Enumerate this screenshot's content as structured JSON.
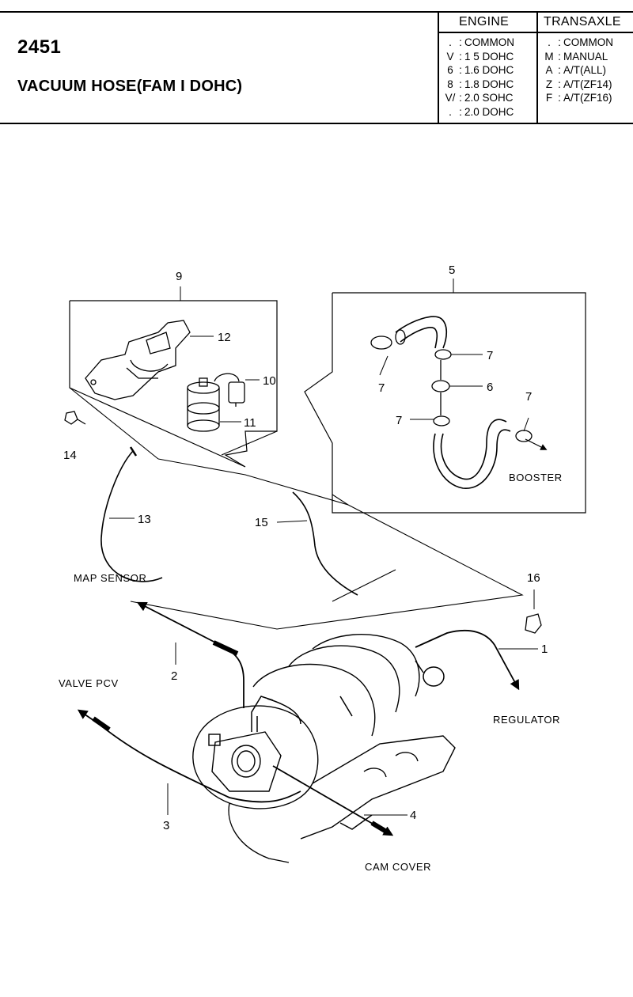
{
  "header": {
    "part_number": "2451",
    "title": "VACUUM HOSE(FAM I DOHC)",
    "engine": {
      "heading": "ENGINE",
      "rows": [
        {
          "code": ".",
          "desc": "COMMON"
        },
        {
          "code": "V",
          "desc": "1 5 DOHC"
        },
        {
          "code": "6",
          "desc": "1.6 DOHC"
        },
        {
          "code": "8",
          "desc": "1.8 DOHC"
        },
        {
          "code": "V/",
          "desc": "2.0 SOHC"
        },
        {
          "code": ".",
          "desc": "2.0 DOHC"
        }
      ]
    },
    "transaxle": {
      "heading": "TRANSAXLE",
      "rows": [
        {
          "code": ".",
          "desc": "COMMON"
        },
        {
          "code": "M",
          "desc": "MANUAL"
        },
        {
          "code": "A",
          "desc": "A/T(ALL)"
        },
        {
          "code": "Z",
          "desc": "A/T(ZF14)"
        },
        {
          "code": "F",
          "desc": "A/T(ZF16)"
        }
      ]
    }
  },
  "diagram": {
    "callouts": {
      "c1": "1",
      "c2": "2",
      "c3": "3",
      "c4": "4",
      "c5": "5",
      "c6": "6",
      "c7a": "7",
      "c7b": "7",
      "c7c": "7",
      "c7d": "7",
      "c9": "9",
      "c10": "10",
      "c11": "11",
      "c12": "12",
      "c13": "13",
      "c14": "14",
      "c15": "15",
      "c16": "16"
    },
    "labels": {
      "booster": "BOOSTER",
      "map_sensor": "MAP SENSOR",
      "valve_pcv": "VALVE PCV",
      "regulator": "REGULATOR",
      "cam_cover": "CAM COVER"
    }
  }
}
